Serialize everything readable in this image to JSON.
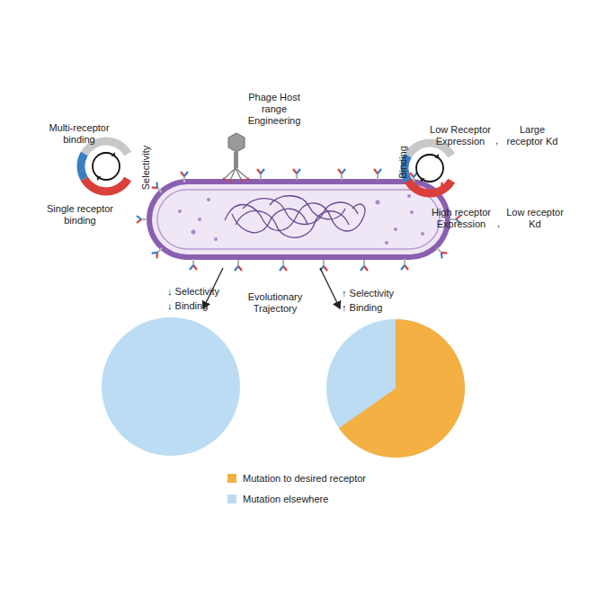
{
  "diagram": {
    "labels": [
      "Phage Host range Engineering",
      "Multi-receptor binding",
      "Single receptor binding",
      "Selectivity",
      "Low Receptor Expression",
      ",",
      "Large receptor Kd",
      "Binding",
      "High receptor Expression",
      ",",
      "Low receptor Kd",
      "↓ Selectivity",
      "↓ Binding",
      "Evolutionary Trajectory",
      "↑ Selectivity",
      "↑ Binding"
    ],
    "legend": [
      {
        "text": "Mutation to desired receptor",
        "color": "#f4b042"
      },
      {
        "text": "Mutation elsewhere",
        "color": "#bcdcf3"
      }
    ]
  }
}
